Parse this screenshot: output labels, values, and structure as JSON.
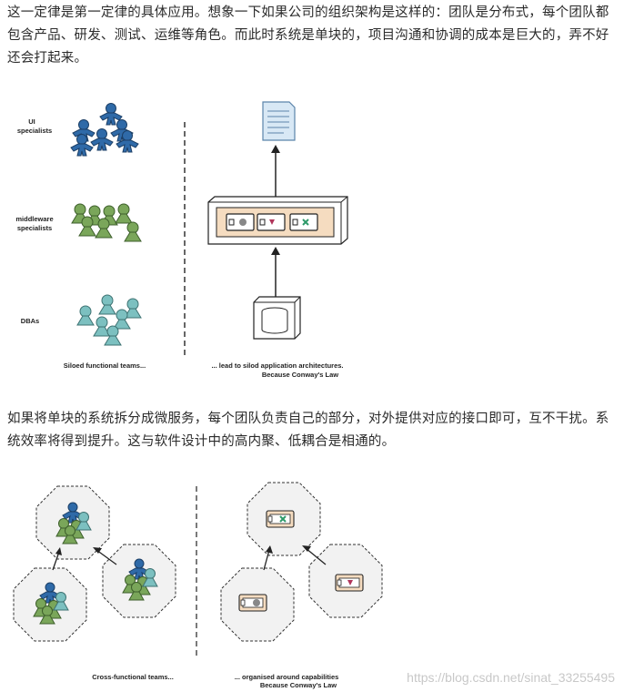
{
  "intro_paragraph": "这一定律是第一定律的具体应用。想象一下如果公司的组织架构是这样的：团队是分布式，每个团队都包含产品、研发、测试、运维等角色。而此时系统是单块的，项目沟通和协调的成本是巨大的，弄不好还会打起来。",
  "figure1": {
    "groups": [
      {
        "label_line1": "UI",
        "label_line2": "specialists",
        "color": "#2f6aa8"
      },
      {
        "label_line1": "middleware",
        "label_line2": "specialists",
        "color": "#7aa65a"
      },
      {
        "label_line1": "DBAs",
        "label_line2": "",
        "color": "#7cc0c0"
      }
    ],
    "left_caption": "Siloed functional teams...",
    "right_caption_line1": "... lead to silod application architectures.",
    "right_caption_line2": "Because Conway's Law"
  },
  "second_paragraph": "如果将单块的系统拆分成微服务，每个团队负责自己的部分，对外提供对应的接口即可，互不干扰。系统效率将得到提升。这与软件设计中的高内聚、低耦合是相通的。",
  "figure2": {
    "left_caption": "Cross-functional teams...",
    "right_caption_line1": "... organised around capabilities",
    "right_caption_line2": "Because Conway's Law"
  },
  "watermark": "https://blog.csdn.net/sinat_33255495",
  "colors": {
    "blue": "#2f6aa8",
    "green": "#7aa65a",
    "teal": "#7cc0c0",
    "peach": "#f5dcc0",
    "hex_fill": "#f2f2f2"
  }
}
